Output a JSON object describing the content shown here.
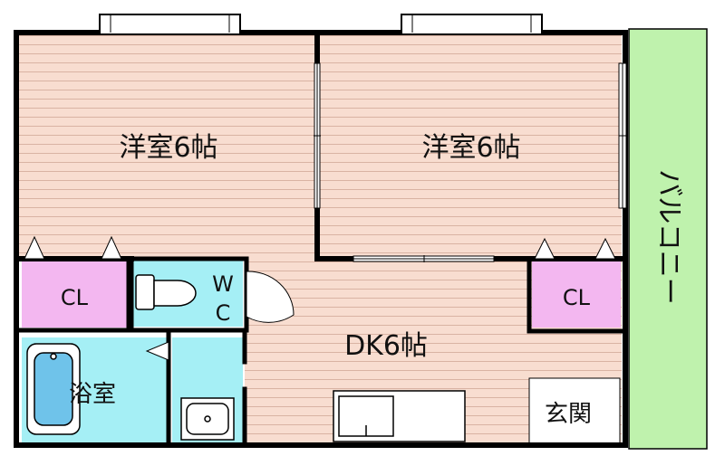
{
  "rooms": {
    "western_left": "洋室6帖",
    "western_right": "洋室6帖",
    "closet_left": "CL",
    "closet_right": "CL",
    "toilet_top": "W",
    "toilet_bottom": "C",
    "dining_kitchen": "DK6帖",
    "bathroom": "浴室",
    "entrance": "玄関",
    "balcony": "バルコニー"
  },
  "colors": {
    "floor_stripe": "#f8ddd0",
    "floor_line": "#d9b3a3",
    "closet": "#f3b7f0",
    "wet_area": "#a5eff5",
    "balcony": "#bff2ad",
    "wall": "#000000"
  }
}
